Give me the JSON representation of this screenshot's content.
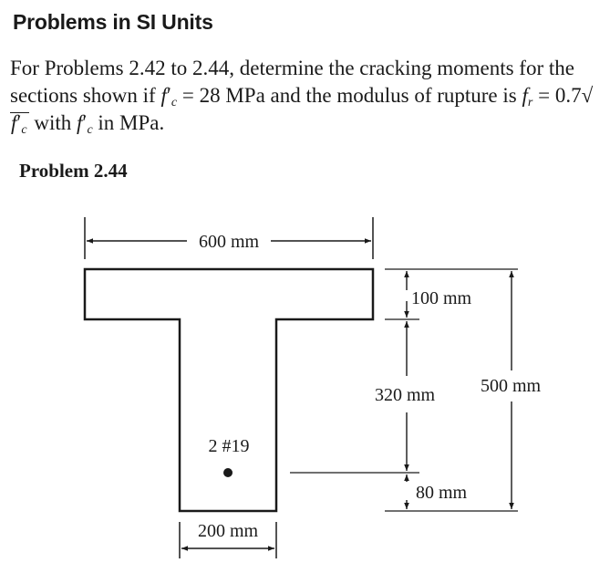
{
  "heading": "Problems in SI Units",
  "text": {
    "intro": "For Problems 2.42 to 2.44, determine the cracking moments for the sections shown if",
    "fc_symbol": "f",
    "fc_prime": "′",
    "fc_sub": "c",
    "fc_value": " = 28 MPa and the modulus of rupture is",
    "fr_symbol": "f",
    "fr_sub": "r",
    "fr_value": " = 0.7",
    "sqrt_symbol": "√",
    "with_text": " with ",
    "units_tail": " in MPa."
  },
  "problem_label": "Problem 2.44",
  "figure": {
    "dim_top": "600 mm",
    "dim_flange": "100 mm",
    "dim_web_upper": "320 mm",
    "dim_total": "500 mm",
    "dim_bottom_cover": "80 mm",
    "rebar_label": "2 #19",
    "dim_web_width": "200 mm"
  }
}
